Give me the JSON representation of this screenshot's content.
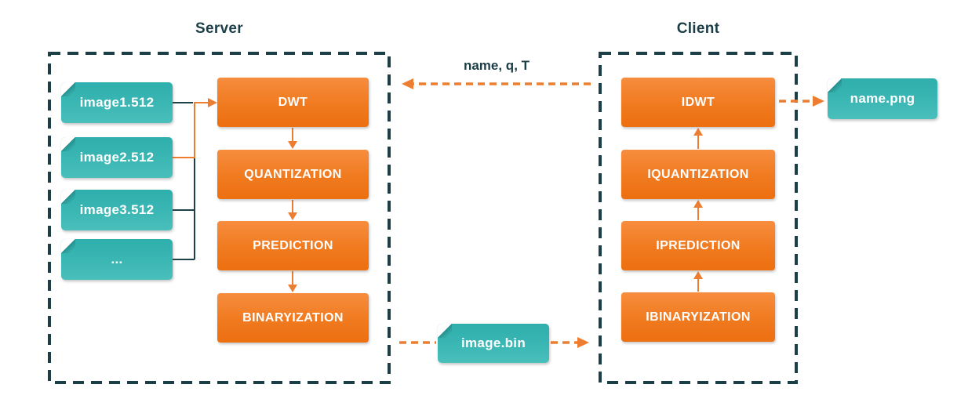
{
  "diagram": {
    "server": {
      "title": "Server",
      "input_files": [
        "image1.512",
        "image2.512",
        "image3.512",
        "..."
      ],
      "steps": [
        "DWT",
        "QUANTIZATION",
        "PREDICTION",
        "BINARYIZATION"
      ]
    },
    "client": {
      "title": "Client",
      "steps": [
        "IDWT",
        "IQUANTIZATION",
        "IPREDICTION",
        "IBINARYIZATION"
      ]
    },
    "transfer": {
      "params_label": "name, q, T",
      "binary_file": "image.bin",
      "output_file": "name.png"
    },
    "colors": {
      "accent_orange": "#ED7D31",
      "box_orange_top": "#F78D3E",
      "box_orange_bottom": "#ED6F10",
      "box_teal_top": "#2EAEAC",
      "box_teal_bottom": "#4ABFBC",
      "dark_teal": "#1C3E46",
      "background": "#FFFFFF"
    }
  }
}
